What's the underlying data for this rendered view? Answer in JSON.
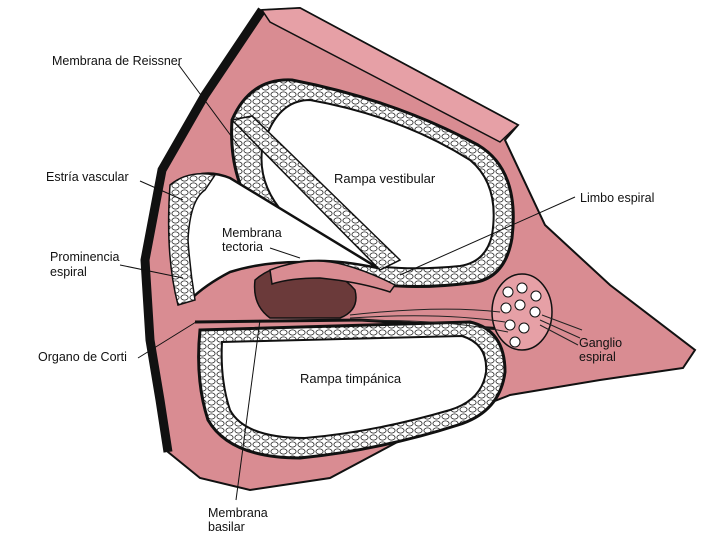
{
  "labels": {
    "reissner": "Membrana de Reissner",
    "estria": "Estría vascular",
    "prominencia_l1": "Prominencia",
    "prominencia_l2": "espiral",
    "organo": "Organo de Corti",
    "rampa_vestibular": "Rampa vestibular",
    "membrana_tectoria_l1": "Membrana",
    "membrana_tectoria_l2": "tectoria",
    "limbo": "Limbo espiral",
    "ganglio_l1": "Ganglio",
    "ganglio_l2": "espiral",
    "rampa_timpanica": "Rampa timpánica",
    "membrana_basilar_l1": "Membrana",
    "membrana_basilar_l2": "basilar"
  },
  "colors": {
    "tissue": "#d98c92",
    "tissue_dark": "#c9747c",
    "outline": "#111111",
    "cavity": "#ffffff",
    "background": "#ffffff"
  }
}
